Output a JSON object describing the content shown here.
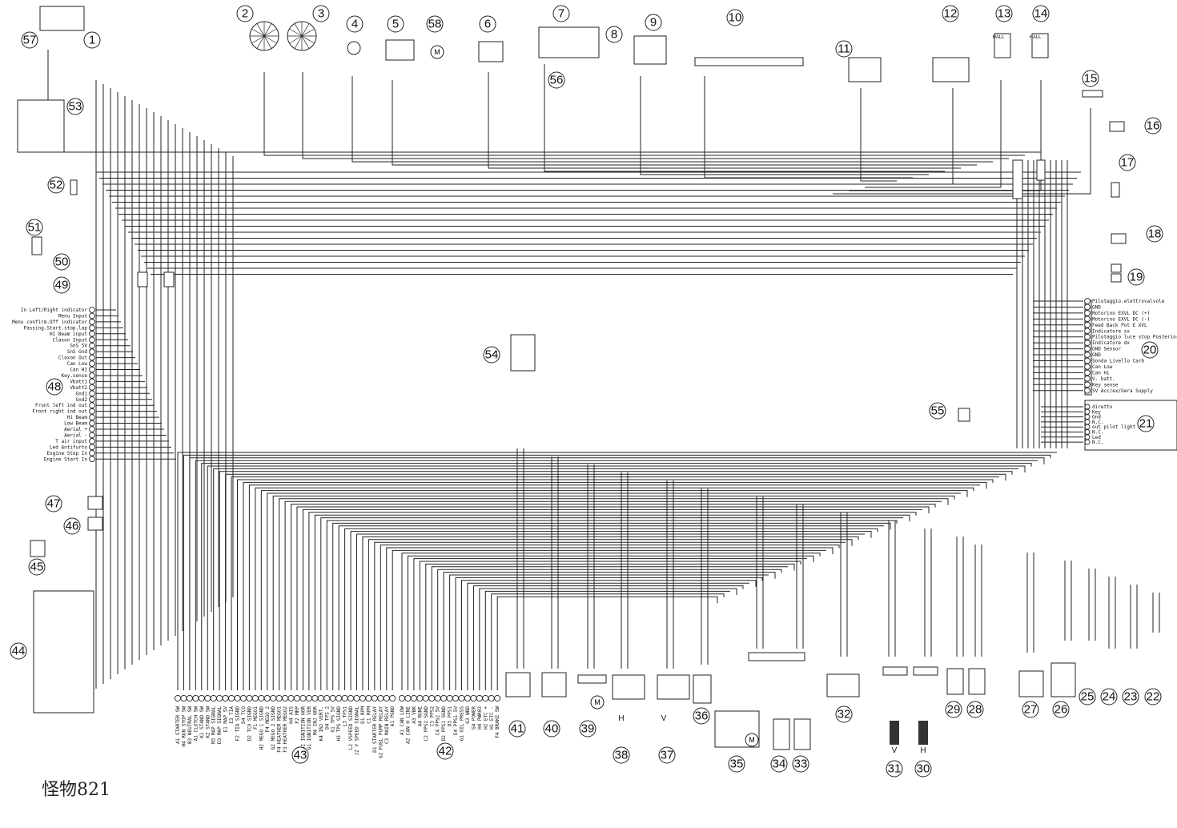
{
  "title": "怪物821",
  "callouts": [
    "1",
    "2",
    "3",
    "4",
    "5",
    "58",
    "6",
    "7",
    "8",
    "9",
    "10",
    "11",
    "12",
    "13",
    "14",
    "15",
    "16",
    "17",
    "18",
    "19",
    "20",
    "21",
    "22",
    "23",
    "24",
    "25",
    "26",
    "27",
    "28",
    "29",
    "30",
    "31",
    "32",
    "33",
    "34",
    "35",
    "36",
    "37",
    "38",
    "39",
    "40",
    "41",
    "42",
    "43",
    "44",
    "45",
    "46",
    "47",
    "48",
    "49",
    "50",
    "51",
    "52",
    "53",
    "54",
    "55",
    "56",
    "57"
  ],
  "small_labels": {
    "hall_13": "HALL",
    "hall_14": "HALL",
    "v_31": "V",
    "h_30": "H",
    "v_37": "V",
    "h_38": "H",
    "motor": "M"
  },
  "connector_48": [
    "In Left/Right indicator",
    "Menu Input",
    "Menu confirm.Off indicator",
    "Passing.Start.stop.lap",
    "HI Beam input",
    "Claxon Input",
    "SnS 5V",
    "SnS Gnd",
    "Claxon Out",
    "Can Low",
    "Can HI",
    "Key.sense",
    "Vbatt1",
    "Vbatt2",
    "Gnd1",
    "Gnd2",
    "Front left ind out",
    "Front right ind out",
    "Hi Beam",
    "Low Beam",
    "Aerial +",
    "Aerial -",
    "T air input",
    "Led Antifurto",
    "Engine Stop In",
    "Engine Start In"
  ],
  "connector_20": [
    "Pilotaggio.elettrovalvole",
    "GND",
    "Motorino EXVL DC (+)",
    "Motorino EXVL DC (-)",
    "Feed Back Pot E XVL",
    "Indicatore sx",
    "Pilotaggio luce stop Posteriore",
    "Indicatore dx",
    "GND Sensor",
    "GND",
    "Sonda Livello Carb",
    "Can Low",
    "Can Hi",
    "V. batt.",
    "Key sense",
    "5V Acc/ex/Gera Supply"
  ],
  "connector_21": [
    "diretto",
    "Key",
    "Gnd",
    "N.C.",
    "out pilot light",
    "N.C.",
    "Led",
    "N.C."
  ],
  "connector_43": [
    "A1 STARTER SW",
    "H4 RUN STOP SW",
    "B3 NEUTRAL SW",
    "A1 CLUTCH SW",
    "K1 STAND SW",
    "K2 STAND SW",
    "M3 MAP SIGNAL",
    "D3 MAP SIGNAL",
    "E1 MAP 5V",
    "E3 TIA",
    "F2 TIA SIGND",
    "D4 TCO",
    "D2 TCO SIGND",
    "F1 MEGO1",
    "H2 MEGO 1 SIGND",
    "F4 MEGO 2",
    "G2 MEGO 2 SIGND",
    "F4 HEATHER MEGO1",
    "F3 HEATHER MEGO2",
    "H4 AIS",
    "F2 MRP",
    "G2 IGNITION HOR",
    "G1 IGNITION VER",
    "M4 INJ HOR",
    "K4 INJ VERT.",
    "D4 TPS 2",
    "G1 TPS 5V",
    "H3 TPS SIGND",
    "L3 TPS1",
    "L2 VSPEED SIGND",
    "J2 V SPEED SIGNAL",
    "D1 RPM",
    "C1 RPM",
    "D1 STARTER RELAY",
    "G2 FUEL PUMP RELAY",
    "C3 MAIN RELAY",
    "A1 PGND"
  ],
  "connector_42": [
    "A1 CAN LOW",
    "A2 CAN H LINE",
    "A3 VBK",
    "A4 RUNE",
    "C2 PPS2 SGND",
    "C3 PPS2",
    "C4 PPS2 5V",
    "D2 PPS1 SGND",
    "D3 PPS1",
    "E4 PPS1 5V",
    "G1 OIL PRESS",
    "G3 WBD",
    "G4 POWER",
    "H4 PWR03",
    "H2 ETC +",
    "H1 ETC -",
    "F4 BRAKE SW"
  ]
}
